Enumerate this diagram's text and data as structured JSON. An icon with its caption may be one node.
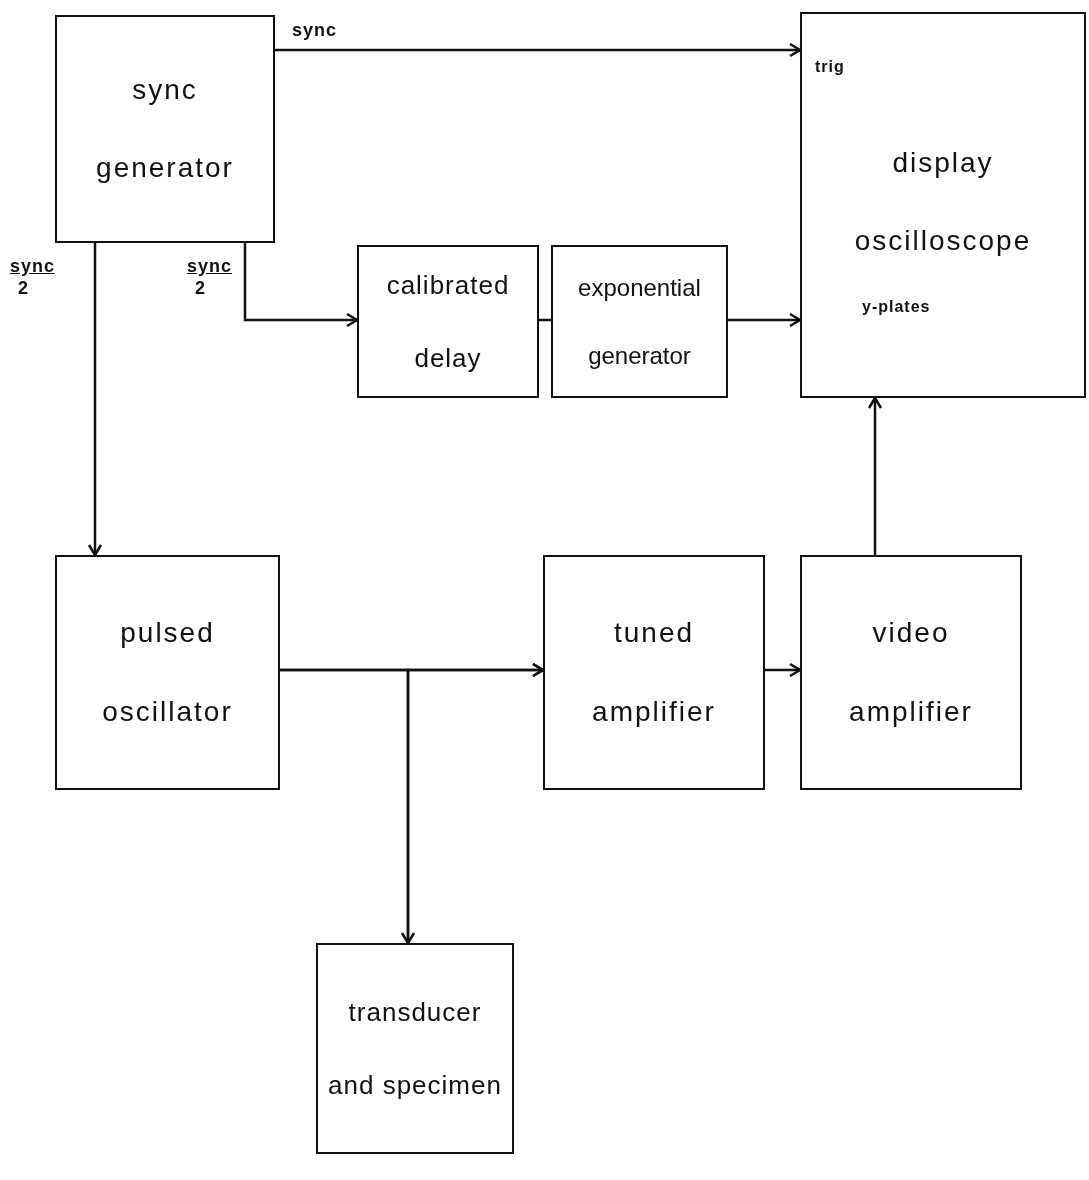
{
  "diagram": {
    "nodes": [
      {
        "text": [
          "sync generator"
        ]
      },
      {
        "text": [
          "display oscilloscope"
        ]
      },
      {
        "text": [
          "calibrated delay"
        ]
      },
      {
        "text": [
          "exponential generator"
        ]
      },
      {
        "text": [
          "pulsed oscillator"
        ]
      },
      {
        "text": [
          "tuned amplifier"
        ]
      },
      {
        "text": [
          "video amplifier"
        ]
      },
      {
        "text": [
          "transducer and specimen"
        ]
      }
    ],
    "edges": [
      {
        "from": 0,
        "to": 1,
        "arrow": "to"
      },
      {
        "from": 0,
        "to": 4,
        "arrow": "to"
      },
      {
        "from": 0,
        "to": 2,
        "arrow": "to"
      },
      {
        "from": 2,
        "to": 3,
        "arrow": "none"
      },
      {
        "from": 3,
        "to": 1,
        "arrow": "to"
      },
      {
        "from": 6,
        "to": 1,
        "arrow": "to"
      },
      {
        "from": 4,
        "to": 5,
        "arrow": "to"
      },
      {
        "from": 4,
        "to": 7,
        "arrow": "to"
      },
      {
        "from": 7,
        "to": 5,
        "arrow": "to"
      },
      {
        "from": 5,
        "to": 6,
        "arrow": "to"
      }
    ],
    "labels": [
      "sync",
      "trig",
      "sync",
      "2",
      "sync",
      "2",
      "y-plates"
    ]
  }
}
